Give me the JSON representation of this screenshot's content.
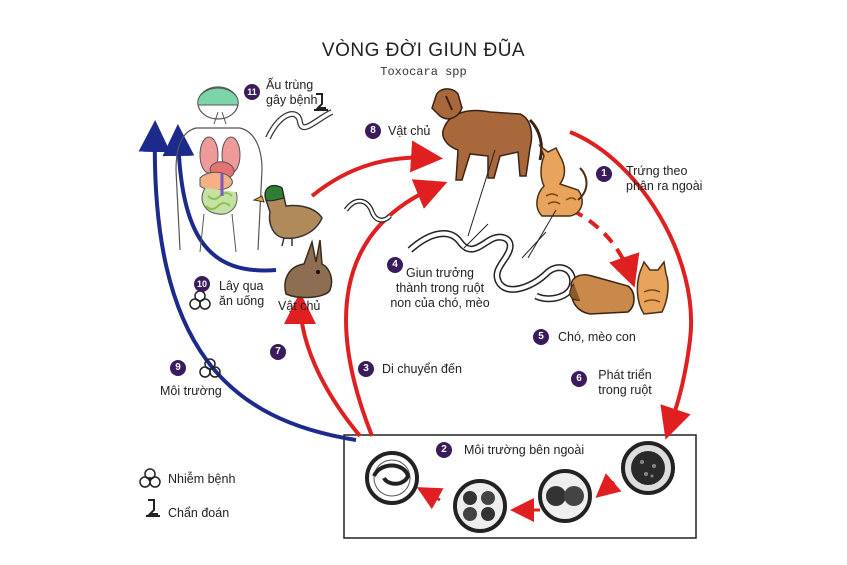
{
  "title": "VÒNG ĐỜI GIUN ĐŨA",
  "subtitle": "Toxocara spp",
  "steps": [
    {
      "num": "1",
      "label": "Trứng theo\nphân ra ngoài"
    },
    {
      "num": "2",
      "label": "Môi trường bên ngoài"
    },
    {
      "num": "3",
      "label": "Di chuyển đến"
    },
    {
      "num": "4",
      "label": "Giun trưởng\nthành trong ruột\nnon của chó, mèo"
    },
    {
      "num": "5",
      "label": "Chó, mèo con"
    },
    {
      "num": "6",
      "label": "Phát triển\ntrong ruột"
    },
    {
      "num": "7",
      "label": ""
    },
    {
      "num": "8",
      "label": "Vật chủ"
    },
    {
      "num": "9",
      "label": "Môi trường"
    },
    {
      "num": "10",
      "label": "Lây qua\năn uống"
    },
    {
      "num": "11",
      "label": "Ấu trùng\ngây bệnh"
    }
  ],
  "host_label": "Vật chủ",
  "legend": {
    "infection": "Nhiễm bệnh",
    "diagnosis": "Chẩn đoán"
  },
  "icons": [
    "human-organs-icon",
    "dog-icon",
    "cat-icon",
    "duck-icon",
    "rabbit-icon",
    "puppy-icon",
    "kitten-icon",
    "larva-icon",
    "adult-worm-icon",
    "egg-icon",
    "biohazard-icon",
    "microscope-icon"
  ],
  "colors": {
    "red_arrow": "#e02020",
    "blue_arrow": "#1c2a8c",
    "badge": "#3a1c5c"
  }
}
